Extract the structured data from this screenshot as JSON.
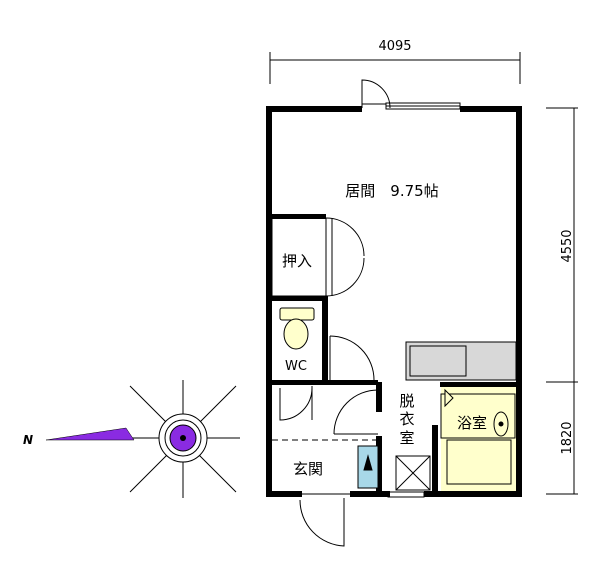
{
  "dimensions": {
    "width_top": "4095",
    "height_right_upper": "4550",
    "height_right_lower": "1820"
  },
  "rooms": {
    "living": "居間　9.75帖",
    "closet": "押入",
    "toilet": "WC",
    "dressing": "脱衣室",
    "bathroom": "浴室",
    "entrance": "玄関"
  },
  "compass": {
    "north_label": "N"
  },
  "colors": {
    "wall": "#000000",
    "bath_fill": "#ffffcc",
    "kitchen_fill": "#d8d8d8",
    "washer_fill": "#a8d8e8",
    "compass_center": "#8a2be2",
    "needle": "#8a2be2"
  }
}
